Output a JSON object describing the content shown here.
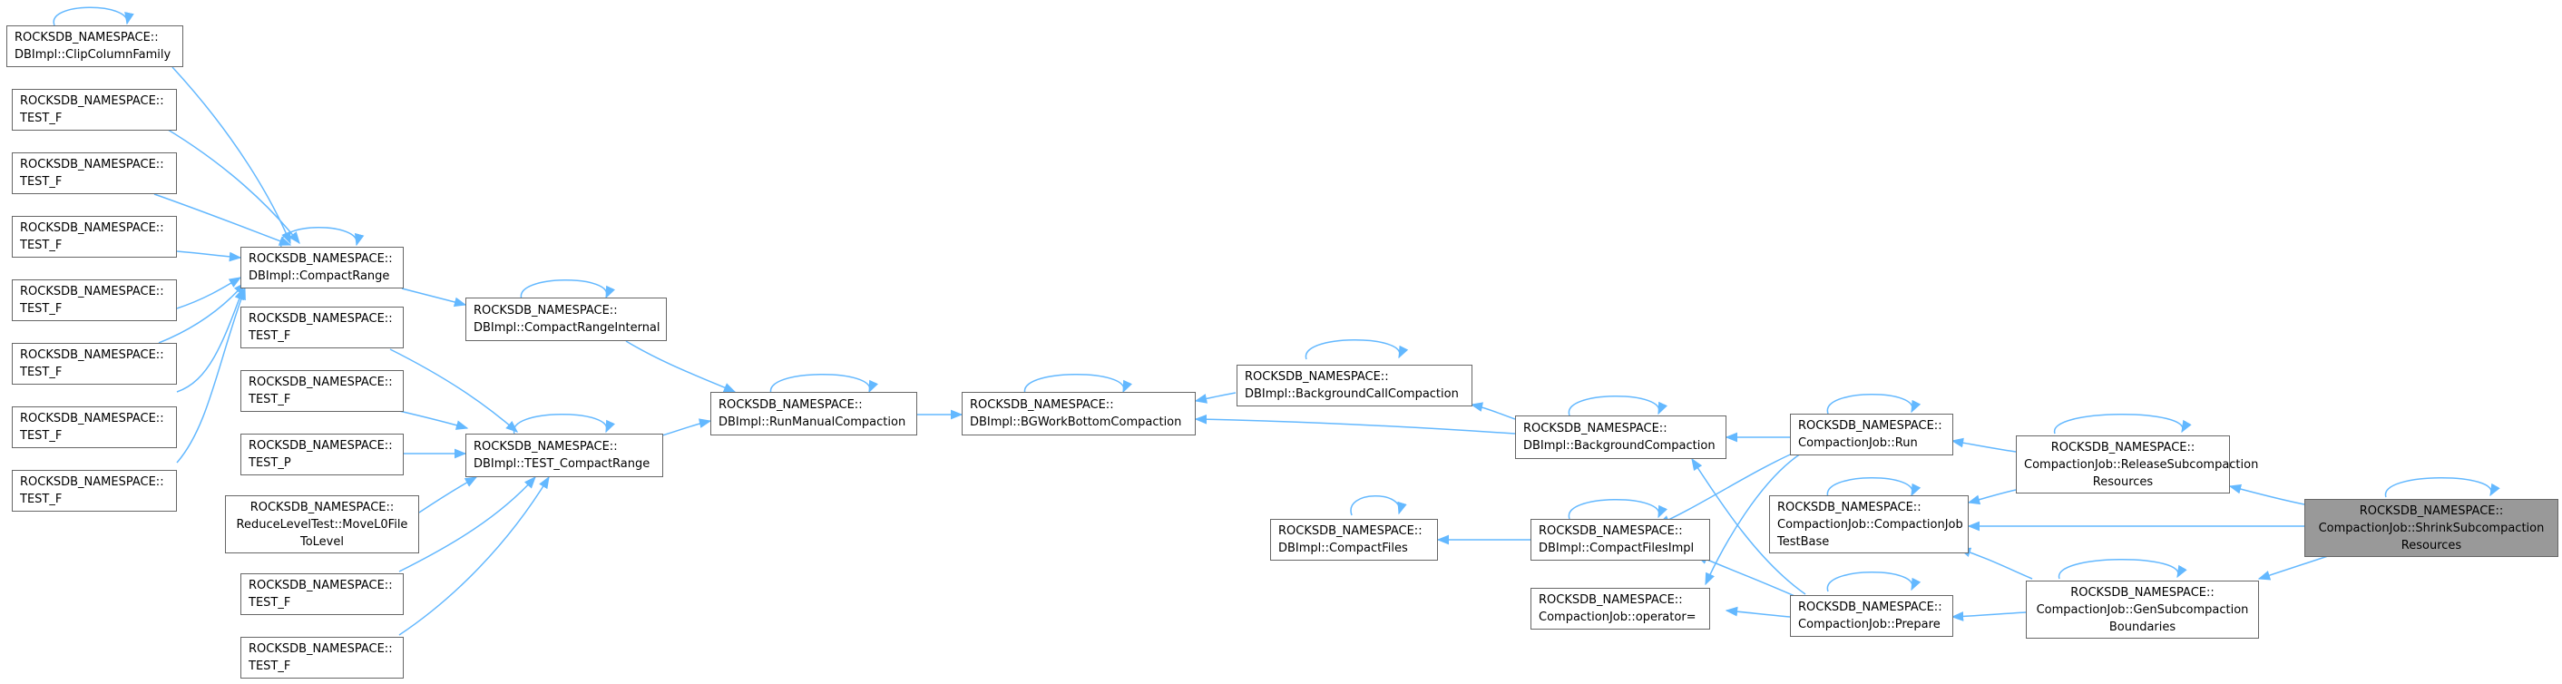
{
  "colors": {
    "edge": "#63b8ff",
    "node_border": "#666666",
    "focus_fill": "#999999"
  },
  "nodes": {
    "n_clip": {
      "lines": [
        "ROCKSDB_NAMESPACE::",
        "DBImpl::ClipColumnFamily"
      ]
    },
    "n_tf1": {
      "lines": [
        "ROCKSDB_NAMESPACE::",
        "TEST_F"
      ]
    },
    "n_tf2": {
      "lines": [
        "ROCKSDB_NAMESPACE::",
        "TEST_F"
      ]
    },
    "n_tf3": {
      "lines": [
        "ROCKSDB_NAMESPACE::",
        "TEST_F"
      ]
    },
    "n_tf4": {
      "lines": [
        "ROCKSDB_NAMESPACE::",
        "TEST_F"
      ]
    },
    "n_tf5": {
      "lines": [
        "ROCKSDB_NAMESPACE::",
        "TEST_F"
      ]
    },
    "n_tf6": {
      "lines": [
        "ROCKSDB_NAMESPACE::",
        "TEST_F"
      ]
    },
    "n_tf7": {
      "lines": [
        "ROCKSDB_NAMESPACE::",
        "TEST_F"
      ]
    },
    "n_compactrange": {
      "lines": [
        "ROCKSDB_NAMESPACE::",
        "DBImpl::CompactRange"
      ]
    },
    "n_tf8": {
      "lines": [
        "ROCKSDB_NAMESPACE::",
        "TEST_F"
      ]
    },
    "n_tf9": {
      "lines": [
        "ROCKSDB_NAMESPACE::",
        "TEST_F"
      ]
    },
    "n_tp": {
      "lines": [
        "ROCKSDB_NAMESPACE::",
        "TEST_P"
      ]
    },
    "n_reduce": {
      "lines": [
        "ROCKSDB_NAMESPACE::",
        "ReduceLevelTest::MoveL0File",
        "ToLevel"
      ]
    },
    "n_tf10": {
      "lines": [
        "ROCKSDB_NAMESPACE::",
        "TEST_F"
      ]
    },
    "n_tf11": {
      "lines": [
        "ROCKSDB_NAMESPACE::",
        "TEST_F"
      ]
    },
    "n_cri": {
      "lines": [
        "ROCKSDB_NAMESPACE::",
        "DBImpl::CompactRangeInternal"
      ]
    },
    "n_testcr": {
      "lines": [
        "ROCKSDB_NAMESPACE::",
        "DBImpl::TEST_CompactRange"
      ]
    },
    "n_rmc": {
      "lines": [
        "ROCKSDB_NAMESPACE::",
        "DBImpl::RunManualCompaction"
      ]
    },
    "n_bgwb": {
      "lines": [
        "ROCKSDB_NAMESPACE::",
        "DBImpl::BGWorkBottomCompaction"
      ]
    },
    "n_bcc": {
      "lines": [
        "ROCKSDB_NAMESPACE::",
        "DBImpl::BackgroundCallCompaction"
      ]
    },
    "n_compactfiles": {
      "lines": [
        "ROCKSDB_NAMESPACE::",
        "DBImpl::CompactFiles"
      ]
    },
    "n_bc": {
      "lines": [
        "ROCKSDB_NAMESPACE::",
        "DBImpl::BackgroundCompaction"
      ]
    },
    "n_cfi": {
      "lines": [
        "ROCKSDB_NAMESPACE::",
        "DBImpl::CompactFilesImpl"
      ]
    },
    "n_op": {
      "lines": [
        "ROCKSDB_NAMESPACE::",
        "CompactionJob::operator="
      ]
    },
    "n_run": {
      "lines": [
        "ROCKSDB_NAMESPACE::",
        "CompactionJob::Run"
      ]
    },
    "n_cjtb": {
      "lines": [
        "ROCKSDB_NAMESPACE::",
        "CompactionJob::CompactionJob",
        "TestBase"
      ]
    },
    "n_prepare": {
      "lines": [
        "ROCKSDB_NAMESPACE::",
        "CompactionJob::Prepare"
      ]
    },
    "n_release": {
      "lines": [
        "ROCKSDB_NAMESPACE::",
        "CompactionJob::ReleaseSubcompaction",
        "Resources"
      ]
    },
    "n_gensub": {
      "lines": [
        "ROCKSDB_NAMESPACE::",
        "CompactionJob::GenSubcompaction",
        "Boundaries"
      ]
    },
    "n_shrink": {
      "lines": [
        "ROCKSDB_NAMESPACE::",
        "CompactionJob::ShrinkSubcompaction",
        "Resources"
      ]
    }
  }
}
